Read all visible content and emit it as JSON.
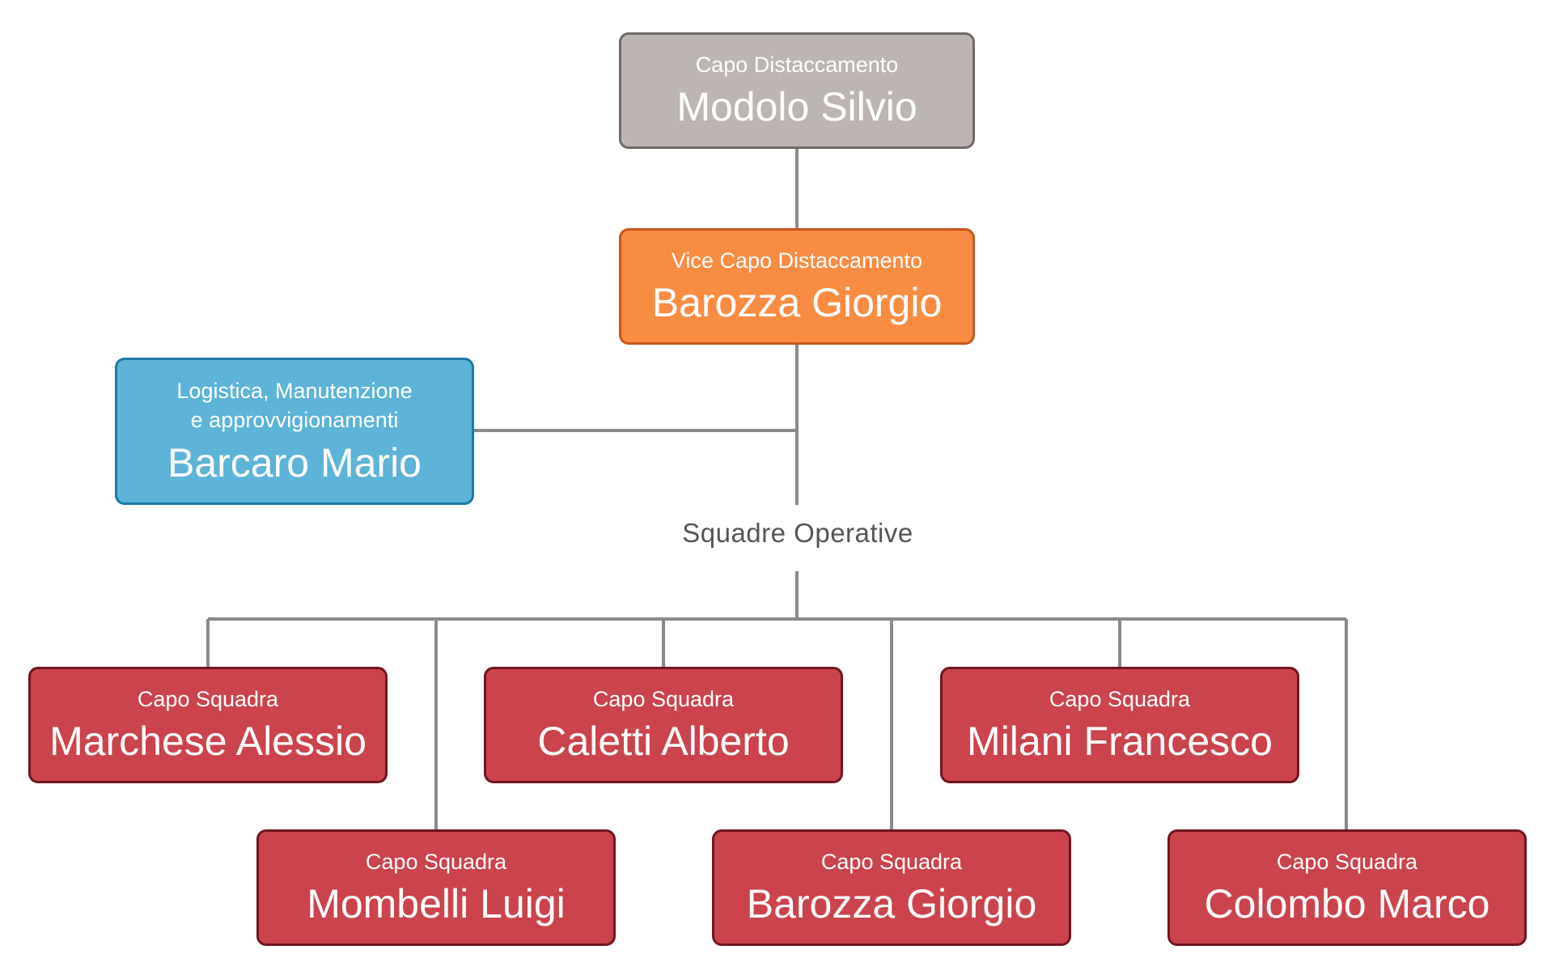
{
  "colors": {
    "head": {
      "fill": "#bdb5b2",
      "border": "#6f6a69"
    },
    "vice": {
      "fill": "#f98c43",
      "border": "#c9561c"
    },
    "logistics": {
      "fill": "#5db3d8",
      "border": "#1a7aa6"
    },
    "squad": {
      "fill": "#cb434d",
      "border": "#6e1720"
    },
    "connector": "#8a8a8a"
  },
  "head": {
    "role": "Capo Distaccamento",
    "name": "Modolo Silvio"
  },
  "vice": {
    "role": "Vice Capo Distaccamento",
    "name": "Barozza Giorgio"
  },
  "logistics": {
    "role": "Logistica, Manutenzione\ne approvvigionamenti",
    "name": "Barcaro Mario"
  },
  "section_label": "Squadre Operative",
  "squads": [
    {
      "role": "Capo Squadra",
      "name": "Marchese Alessio"
    },
    {
      "role": "Capo Squadra",
      "name": "Mombelli Luigi"
    },
    {
      "role": "Capo Squadra",
      "name": "Caletti Alberto"
    },
    {
      "role": "Capo Squadra",
      "name": "Barozza Giorgio"
    },
    {
      "role": "Capo Squadra",
      "name": "Milani Francesco"
    },
    {
      "role": "Capo Squadra",
      "name": "Colombo Marco"
    }
  ]
}
